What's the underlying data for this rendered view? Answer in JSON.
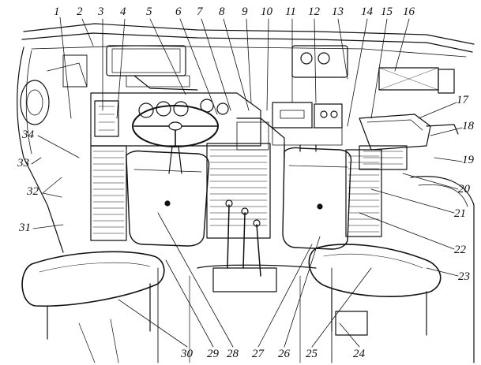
{
  "diagram": {
    "type": "technical-illustration",
    "subject": "vehicle-cab-interior",
    "style": "black line art on white",
    "callouts": [
      {
        "id": "1",
        "label": "1"
      },
      {
        "id": "2",
        "label": "2"
      },
      {
        "id": "3",
        "label": "3"
      },
      {
        "id": "4",
        "label": "4"
      },
      {
        "id": "5",
        "label": "5"
      },
      {
        "id": "6",
        "label": "6"
      },
      {
        "id": "7",
        "label": "7"
      },
      {
        "id": "8",
        "label": "8"
      },
      {
        "id": "9",
        "label": "9"
      },
      {
        "id": "10",
        "label": "10"
      },
      {
        "id": "11",
        "label": "11"
      },
      {
        "id": "12",
        "label": "12"
      },
      {
        "id": "13",
        "label": "13"
      },
      {
        "id": "14",
        "label": "14"
      },
      {
        "id": "15",
        "label": "15"
      },
      {
        "id": "16",
        "label": "16"
      },
      {
        "id": "17",
        "label": "17"
      },
      {
        "id": "18",
        "label": "18"
      },
      {
        "id": "19",
        "label": "19"
      },
      {
        "id": "20",
        "label": "20"
      },
      {
        "id": "21",
        "label": "21"
      },
      {
        "id": "22",
        "label": "22"
      },
      {
        "id": "23",
        "label": "23"
      },
      {
        "id": "24",
        "label": "24"
      },
      {
        "id": "25",
        "label": "25"
      },
      {
        "id": "26",
        "label": "26"
      },
      {
        "id": "27",
        "label": "27"
      },
      {
        "id": "28",
        "label": "28"
      },
      {
        "id": "29",
        "label": "29"
      },
      {
        "id": "30",
        "label": "30"
      },
      {
        "id": "31",
        "label": "31"
      },
      {
        "id": "32",
        "label": "32"
      },
      {
        "id": "33",
        "label": "33"
      },
      {
        "id": "34",
        "label": "34"
      }
    ],
    "colors": {
      "ink": "#111111",
      "background": "#ffffff"
    }
  }
}
